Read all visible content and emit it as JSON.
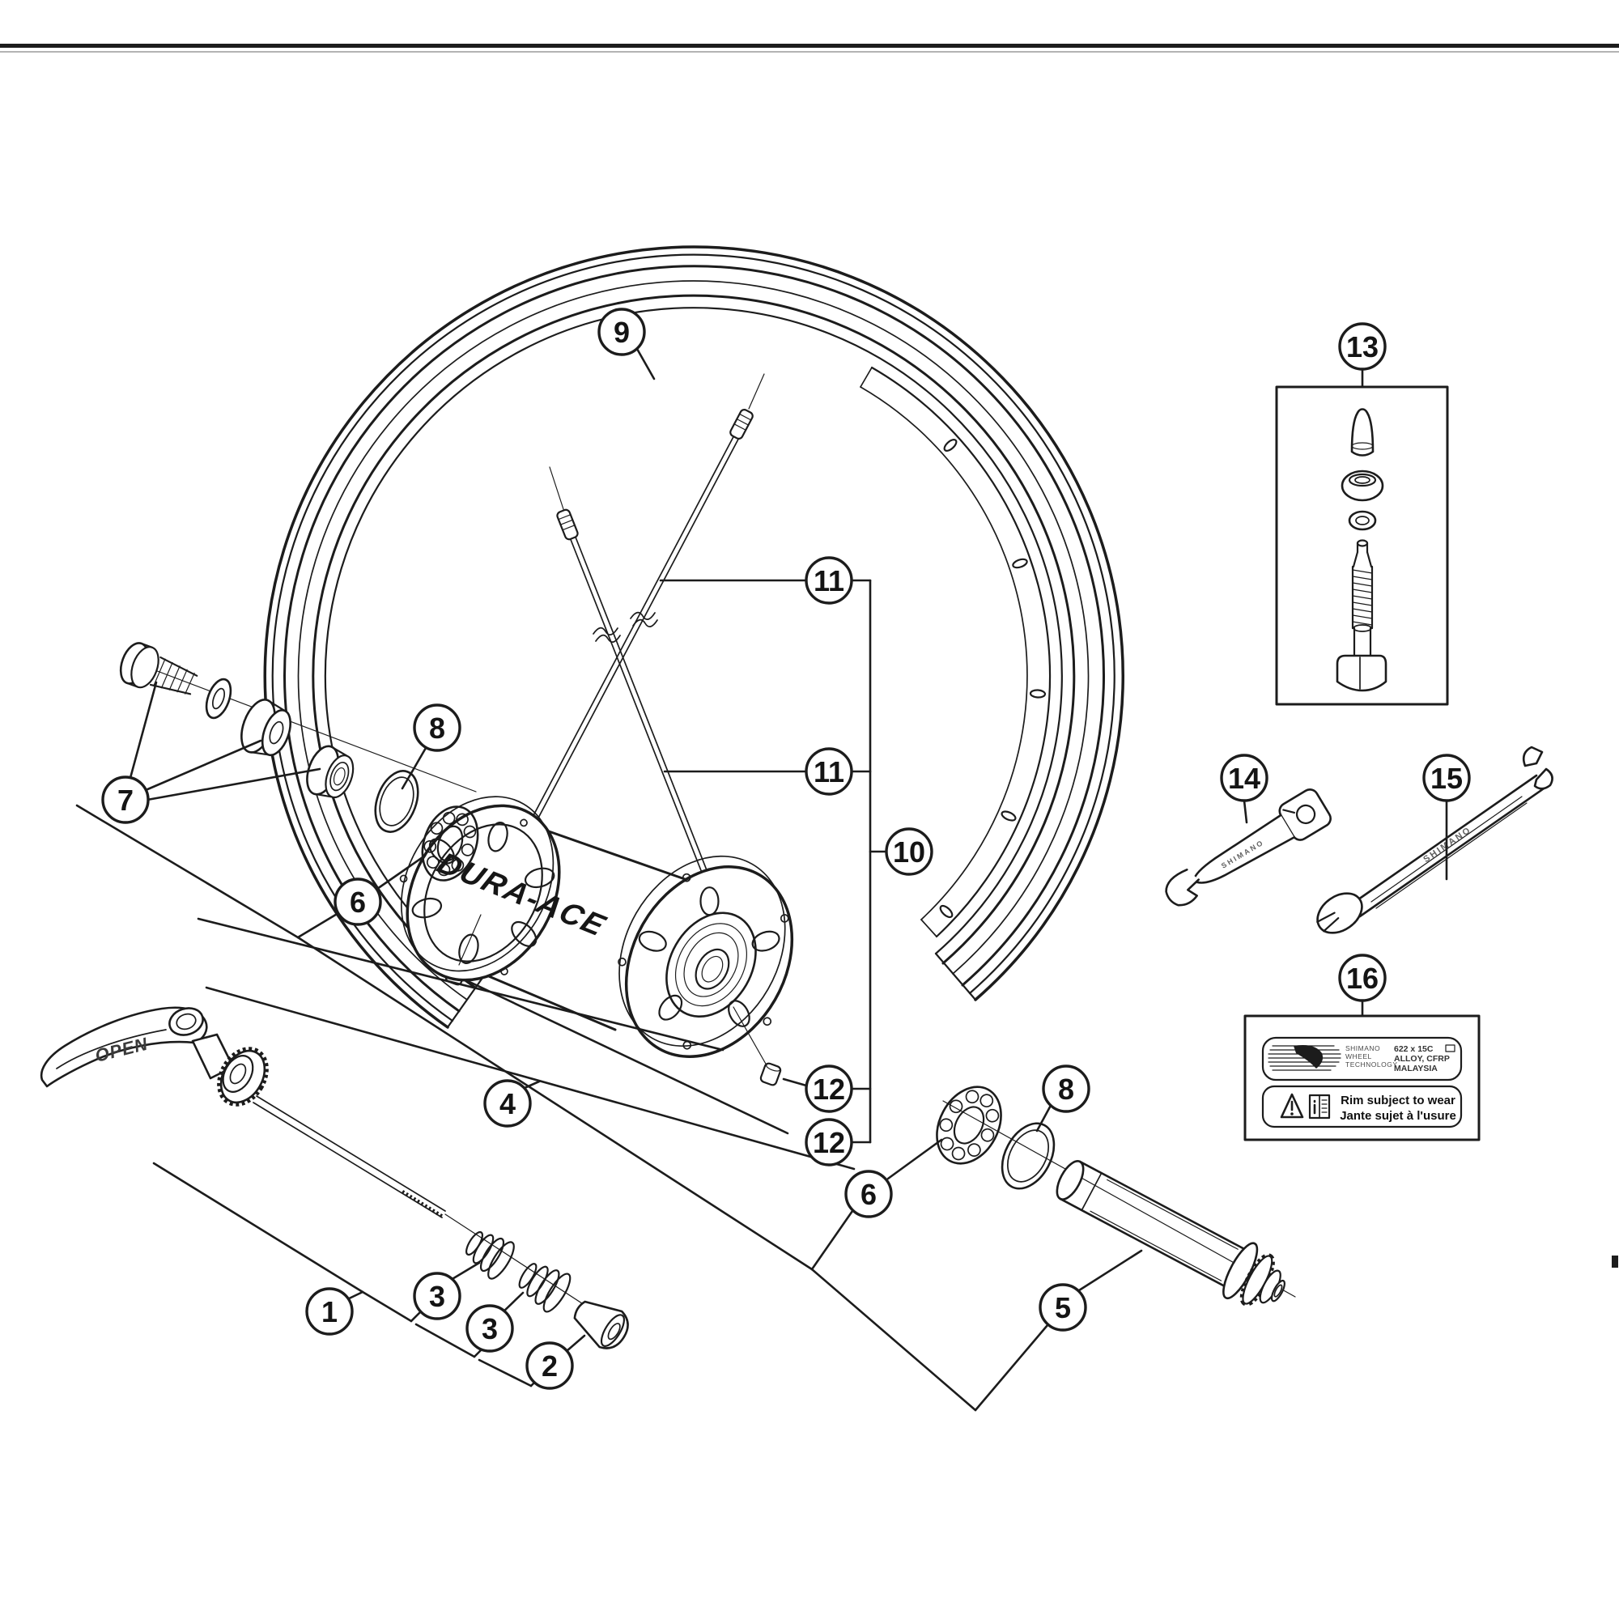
{
  "page": {
    "background": "#ffffff",
    "ink": "#1c1c1c"
  },
  "hub": {
    "brand_label": "DURA-ACE"
  },
  "quick_release": {
    "lever_label": "OPEN"
  },
  "tools": {
    "spoke_wrench_brand": "SHIMANO",
    "cone_wrench_brand": "SHIMANO"
  },
  "labels_box": {
    "tech_sticker": {
      "brand_line1": "SHIMANO",
      "brand_line2": "WHEEL",
      "brand_line3": "TECHNOLOGY",
      "spec_line1": "622 x 15C",
      "spec_line2": "ALLOY, CFRP",
      "spec_line3": "MALAYSIA"
    },
    "wear_sticker": {
      "line1": "Rim subject to wear",
      "line2": "Jante sujet à l'usure"
    }
  },
  "callouts": [
    {
      "label": "9"
    },
    {
      "label": "13"
    },
    {
      "label": "14"
    },
    {
      "label": "15"
    },
    {
      "label": "16"
    },
    {
      "label": "7"
    },
    {
      "label": "8"
    },
    {
      "label": "6"
    },
    {
      "label": "4"
    },
    {
      "label": "1"
    },
    {
      "label": "3"
    },
    {
      "label": "3"
    },
    {
      "label": "2"
    },
    {
      "label": "11"
    },
    {
      "label": "11"
    },
    {
      "label": "10"
    },
    {
      "label": "12"
    },
    {
      "label": "12"
    },
    {
      "label": "6"
    },
    {
      "label": "8"
    },
    {
      "label": "5"
    }
  ]
}
